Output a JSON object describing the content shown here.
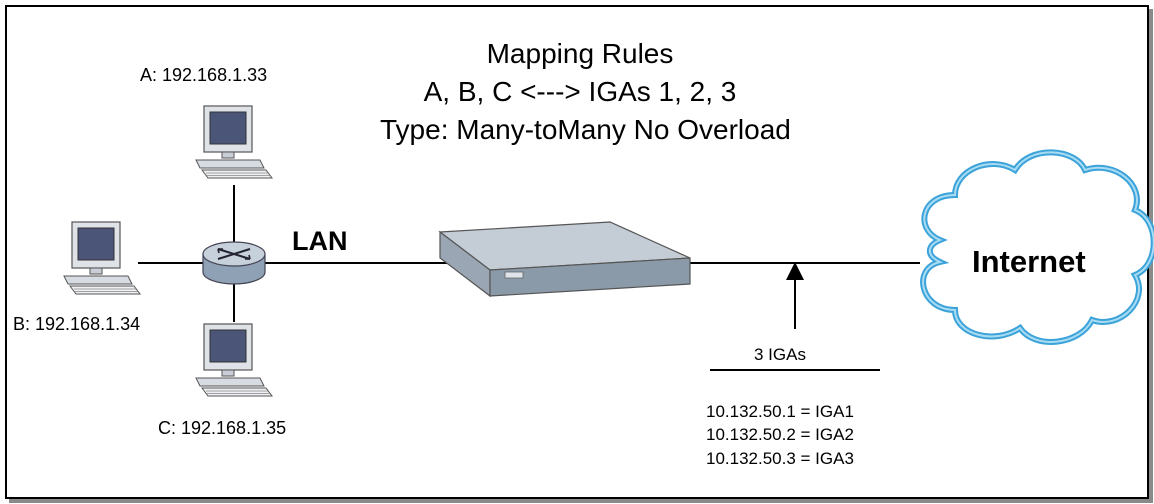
{
  "title": {
    "line1": "Mapping Rules",
    "line2": "A, B, C <---> IGAs 1, 2, 3",
    "line3": "Type: Many-toMany No Overload"
  },
  "hosts": {
    "a": "A: 192.168.1.33",
    "b": "B: 192.168.1.34",
    "c": "C: 192.168.1.35"
  },
  "lan_label": "LAN",
  "internet_label": "Internet",
  "igas": {
    "header": "3 IGAs",
    "items": [
      "10.132.50.1 = IGA1",
      "10.132.50.2 = IGA2",
      "10.132.50.3 = IGA3"
    ]
  },
  "colors": {
    "device_body": "#8a9aa8",
    "device_top": "#c3ccd6",
    "cloud_stroke": "#3ba3d9",
    "cloud_fill": "#ffffff",
    "monitor_screen": "#555a7a"
  }
}
